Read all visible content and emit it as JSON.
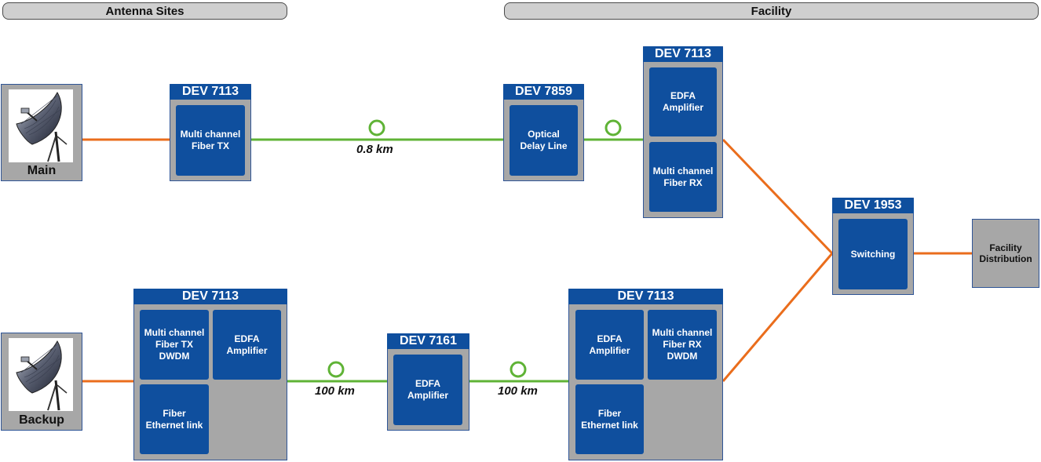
{
  "headers": {
    "antenna_sites": "Antenna Sites",
    "facility": "Facility"
  },
  "sites": {
    "main": "Main",
    "backup": "Backup"
  },
  "devices": {
    "main_tx": {
      "title": "DEV 7113",
      "modules": [
        "Multi channel\nFiber TX"
      ]
    },
    "delay": {
      "title": "DEV 7859",
      "modules": [
        "Optical\nDelay Line"
      ]
    },
    "main_rx": {
      "title": "DEV 7113",
      "modules": [
        "EDFA\nAmplifier",
        "Multi channel\nFiber RX"
      ]
    },
    "switch": {
      "title": "DEV 1953",
      "modules": [
        "Switching"
      ]
    },
    "backup_tx": {
      "title": "DEV 7113",
      "modules": [
        "Multi channel\nFiber TX\nDWDM",
        "EDFA\nAmplifier",
        "Fiber\nEthernet link"
      ]
    },
    "mid_amp": {
      "title": "DEV 7161",
      "modules": [
        "EDFA\nAmplifier"
      ]
    },
    "backup_rx": {
      "title": "DEV 7113",
      "modules": [
        "EDFA\nAmplifier",
        "Multi channel\nFiber RX\nDWDM",
        "Fiber\nEthernet link"
      ]
    }
  },
  "facility_distribution": "Facility\nDistribution",
  "distances": {
    "main_link": "0.8 km",
    "backup_link_1": "100 km",
    "backup_link_2": "100 km"
  },
  "colors": {
    "copper_link": "#ea6d1c",
    "fiber_link": "#5fb336",
    "device_blue": "#0f4f9e",
    "device_gray": "#a7a7a7"
  },
  "icons": {
    "site": "satellite-dish-icon",
    "fiber_spool": "fiber-spool-icon"
  }
}
